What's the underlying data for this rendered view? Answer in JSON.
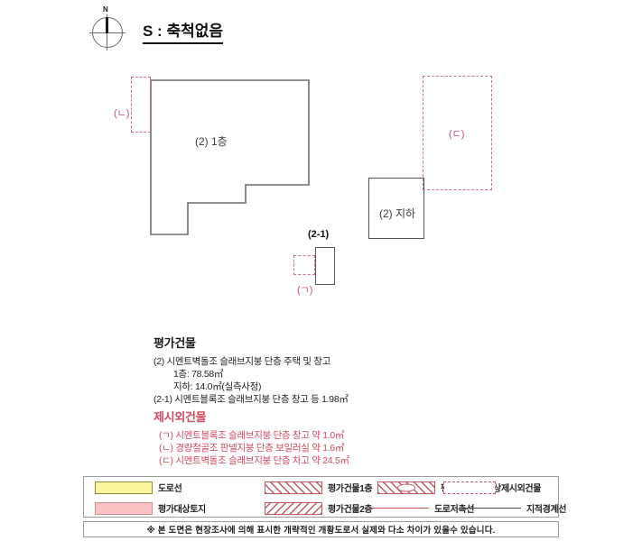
{
  "header": {
    "compass_north": "N",
    "scale_label": "S : 축척없음"
  },
  "drawing": {
    "main_building_label": "(2) 1층",
    "basement_label": "(2) 지하",
    "annex_label": "(2-1)",
    "ext_markers": {
      "ga": "(ㄱ)",
      "na": "(ㄴ)",
      "da": "(ㄷ)"
    }
  },
  "appraisal": {
    "heading": "평가건물",
    "lines": [
      "(2) 시멘트벽돌조 슬래브지붕 단층 주택 및 창고",
      "1층: 78.58㎡",
      "지하: 14.0㎡(실측사정)",
      "(2-1) 시멘트블록조 슬래브지붕 단층 창고 등 1.98㎡"
    ]
  },
  "external": {
    "heading": "제시외건물",
    "lines": [
      "(ㄱ) 시멘트블록조 슬래브지붕 단층 창고  약 1.0㎡",
      "(ㄴ) 경량철골조 판넬지붕 단층 보일러실  약 1.6㎡",
      "(ㄷ) 시멘트벽돌조 슬래브지붕 단층 차고  약 24.5㎡"
    ]
  },
  "legend": {
    "row1": [
      {
        "swatch": "road-color-swatch",
        "label": "도로선"
      },
      {
        "swatch": "hatch-forward-swatch",
        "label": "평가건물1층"
      },
      {
        "swatch": "hatch-ellipse-swatch",
        "label": "평가건물3층이상"
      },
      {
        "swatch": "dashed-box-swatch",
        "label": "제시외건물"
      }
    ],
    "row2": [
      {
        "swatch": "land-color-swatch",
        "label": "평가대상토지"
      },
      {
        "swatch": "hatch-backward-swatch",
        "label": "평가건물2층"
      },
      {
        "swatch": "pink-line-swatch",
        "label": "도로저촉선"
      },
      {
        "swatch": "dark-line-swatch",
        "label": "지적경계선"
      }
    ]
  },
  "note": {
    "text": "※ 본 도면은 현장조사에 의해 표시한 개략적인 개황도로서 실제와 다소 차이가 있을수 있습니다."
  },
  "colors": {
    "road": "#fbf5a0",
    "land": "#fbc2c5",
    "hatch": "#c2585f",
    "external_text": "#d24b5f",
    "outline": "#545454"
  }
}
